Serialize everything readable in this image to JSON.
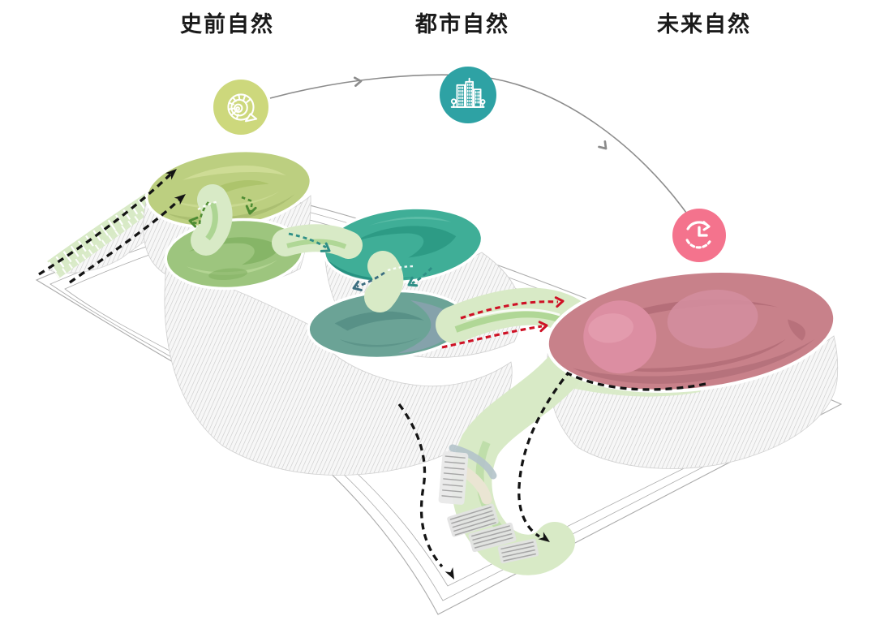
{
  "stages": [
    {
      "id": "prehistoric",
      "label": "史前自然",
      "icon": "ammonite-fossil",
      "icon_bg": "#cdd87c",
      "roof_colors": [
        "#bccf80",
        "#9dc57e"
      ],
      "arrow_color": "#4e8c33"
    },
    {
      "id": "urban",
      "label": "都市自然",
      "icon": "city-skyline",
      "icon_bg": "#2ea2a4",
      "roof_colors": [
        "#3fae97",
        "#6ba396"
      ],
      "arrow_color": "#2e8f86",
      "arrow_color_dark": "#3c6e80"
    },
    {
      "id": "future",
      "label": "未来自然",
      "icon": "clock-history",
      "icon_bg": "#f4738d",
      "roof_colors": [
        "#c8818a"
      ],
      "arrow_color": "#cf1125"
    }
  ],
  "timeline": {
    "arc_color": "#8c8c8c",
    "direction": "left-to-right"
  },
  "scene": {
    "background": "#ffffff",
    "plate_outline": "#ababab",
    "path_green": "#d8eac6",
    "path_accent": "#9fce82",
    "hatch_line": "#c9c9c9",
    "black_arrow": "#141414",
    "stair_gray": "#a6a6a6",
    "cream_band": "#eae5d3",
    "wall_blue": "#b4c3ca"
  }
}
